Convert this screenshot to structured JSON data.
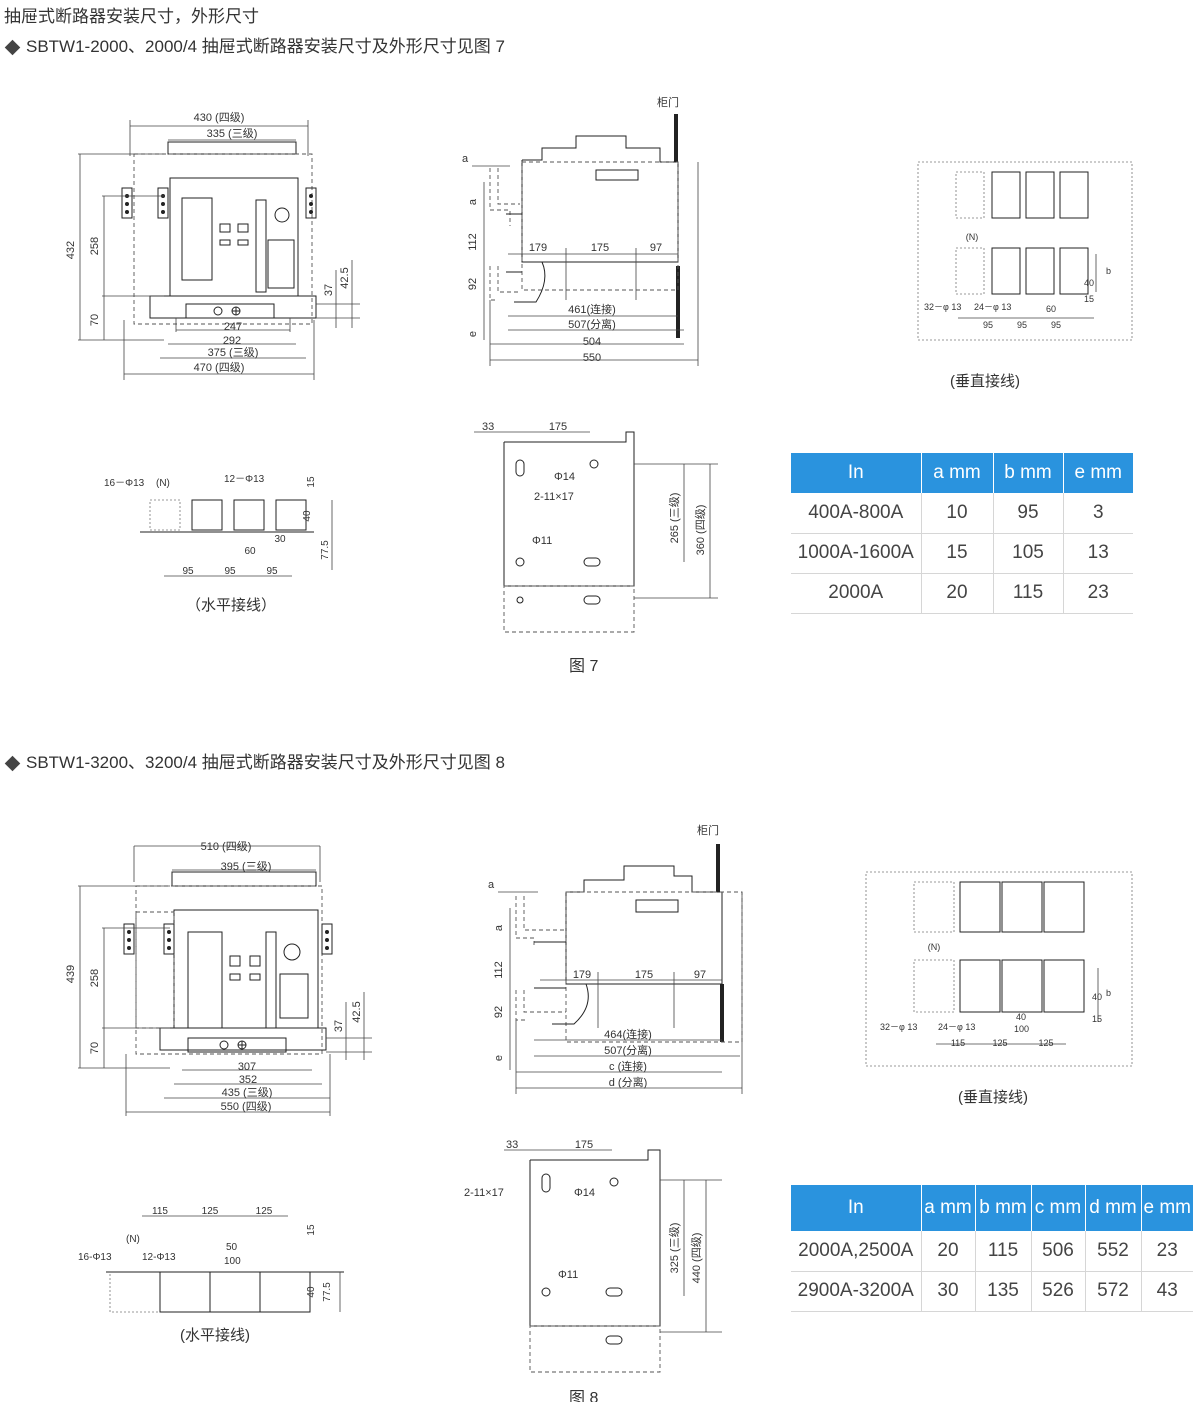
{
  "heading": "抽屉式断路器安装尺寸，外形尺寸",
  "section1": {
    "title": "SBTW1-2000、2000/4 抽屉式断路器安装尺寸及外形尺寸见图 7",
    "figure": "图 7",
    "front": {
      "d430": "430 (四级)",
      "d335": "335 (三级)",
      "d432": "432",
      "d258": "258",
      "d70": "70",
      "d37": "37",
      "d42_5": "42.5",
      "d247": "247",
      "d292": "292",
      "d375": "375 (三级)",
      "d470": "470 (四级)"
    },
    "side": {
      "door": "柜门",
      "a": "a",
      "a2": "a",
      "d112": "112",
      "d92": "92",
      "e": "e",
      "d179": "179",
      "d175": "175",
      "d97": "97",
      "d461": "461(连接)",
      "d507": "507(分离)",
      "d504": "504",
      "d550": "550"
    },
    "vertical": {
      "n": "(N)",
      "holes32": "32－φ 13",
      "holes24": "24－φ 13",
      "b": "b",
      "d40": "40",
      "d15": "15",
      "d60": "60",
      "d95a": "95",
      "d95b": "95",
      "d95c": "95",
      "caption": "(垂直接线)"
    },
    "horizontal": {
      "holes16": "16－Φ13",
      "n": "(N)",
      "holes12": "12－Φ13",
      "d15": "15",
      "d40": "40",
      "d77_5": "77.5",
      "d30": "30",
      "d60": "60",
      "d95a": "95",
      "d95b": "95",
      "d95c": "95",
      "caption": "（水平接线）"
    },
    "mount": {
      "d33": "33",
      "d175": "175",
      "phi14": "Φ14",
      "slots": "2-11×17",
      "phi11": "Φ11",
      "d265": "265 (三级)",
      "d360": "360 (四级)"
    },
    "table": {
      "headers": [
        "In",
        "a mm",
        "b mm",
        "e mm"
      ],
      "rows": [
        [
          "400A-800A",
          "10",
          "95",
          "3"
        ],
        [
          "1000A-1600A",
          "15",
          "105",
          "13"
        ],
        [
          "2000A",
          "20",
          "115",
          "23"
        ]
      ]
    }
  },
  "section2": {
    "title": "SBTW1-3200、3200/4 抽屉式断路器安装尺寸及外形尺寸见图 8",
    "figure": "图 8",
    "front": {
      "d510": "510 (四级)",
      "d395": "395 (三级)",
      "d439": "439",
      "d258": "258",
      "d70": "70",
      "d37": "37",
      "d42_5": "42.5",
      "d307": "307",
      "d352": "352",
      "d435": "435 (三级)",
      "d550": "550 (四级)"
    },
    "side": {
      "door": "柜门",
      "a": "a",
      "a2": "a",
      "d112": "112",
      "d92": "92",
      "e": "e",
      "d179": "179",
      "d175": "175",
      "d97": "97",
      "d464": "464(连接)",
      "d507": "507(分离)",
      "c": "c (连接)",
      "d": "d (分离)"
    },
    "vertical": {
      "n": "(N)",
      "holes32": "32－φ 13",
      "holes24": "24－φ 13",
      "b": "b",
      "d40a": "40",
      "d15": "15",
      "d40b": "40",
      "d100": "100",
      "d115": "115",
      "d125a": "125",
      "d125b": "125",
      "caption": "(垂直接线)"
    },
    "horizontal": {
      "d115": "115",
      "d125a": "125",
      "d125b": "125",
      "n": "(N)",
      "holes16": "16-Φ13",
      "holes12": "12-Φ13",
      "d50": "50",
      "d100": "100",
      "d15": "15",
      "d40": "40",
      "d77_5": "77.5",
      "caption": "(水平接线)"
    },
    "mount": {
      "d33": "33",
      "d175": "175",
      "slots": "2-11×17",
      "phi14": "Φ14",
      "phi11": "Φ11",
      "d325": "325 (三级)",
      "d440": "440 (四级)"
    },
    "table": {
      "headers": [
        "In",
        "a mm",
        "b mm",
        "c mm",
        "d mm",
        "e mm"
      ],
      "rows": [
        [
          "2000A,2500A",
          "20",
          "115",
          "506",
          "552",
          "23"
        ],
        [
          "2900A-3200A",
          "30",
          "135",
          "526",
          "572",
          "43"
        ]
      ]
    }
  }
}
